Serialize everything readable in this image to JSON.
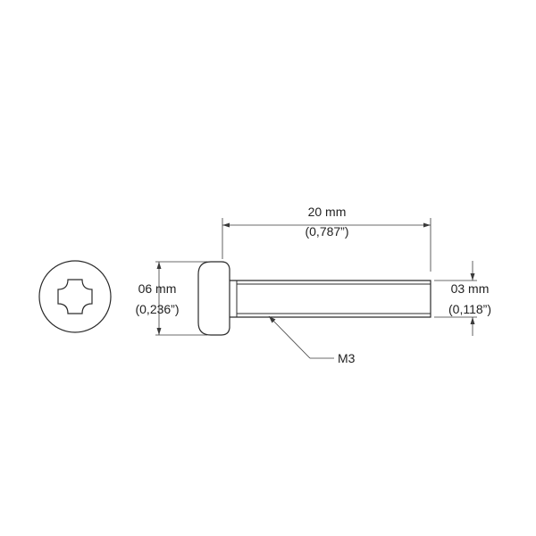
{
  "screw_drawing": {
    "length_dimension": {
      "metric": "20 mm",
      "imperial": "(0,787”)"
    },
    "head_dimension": {
      "metric": "06 mm",
      "imperial": "(0,236”)"
    },
    "thread_dimension": {
      "metric": "03 mm",
      "imperial": "(0,118”)"
    },
    "thread_callout": "M3",
    "colors": {
      "outline": "#2b2b2b",
      "text": "#222222",
      "background": "#ffffff"
    }
  }
}
